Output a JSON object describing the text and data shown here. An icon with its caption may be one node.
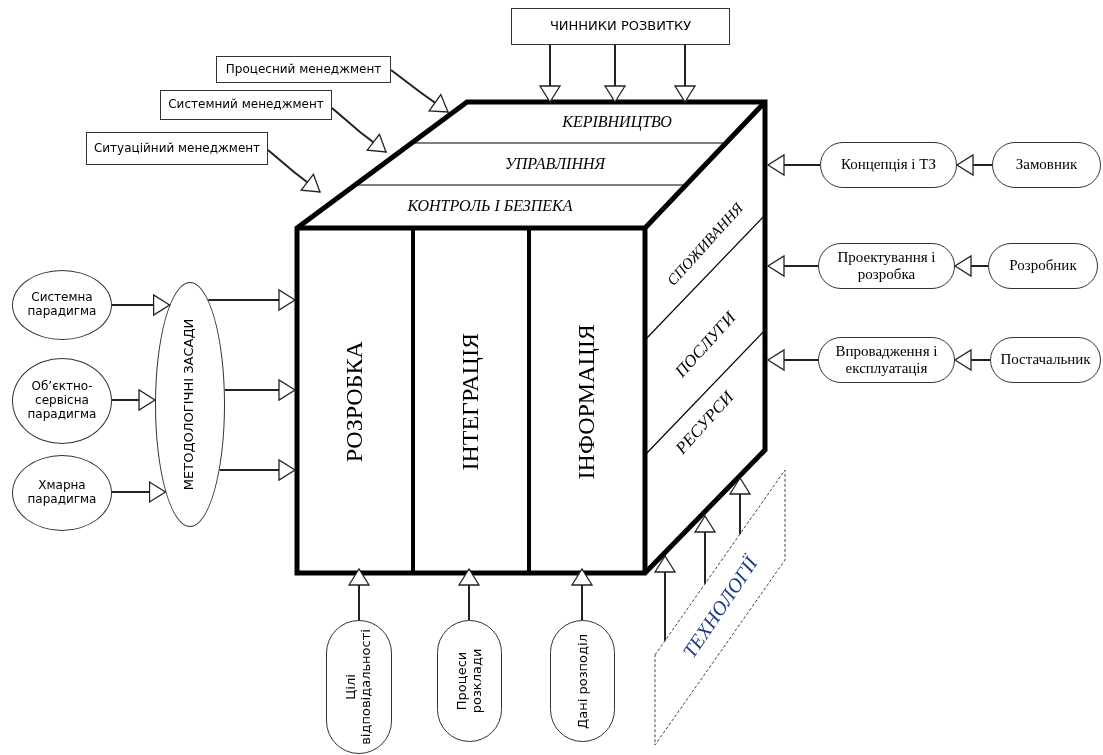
{
  "diagram": {
    "nodes": [
      {
        "text": [
          "ЧИННИКИ РОЗВИТКУ"
        ]
      },
      {
        "text": [
          "Процесний менеджмент"
        ]
      },
      {
        "text": [
          "Системний менеджмент"
        ]
      },
      {
        "text": [
          "Ситуаційний менеджмент"
        ]
      },
      {
        "text": [],
        "shape": "cube"
      },
      {
        "text": [
          "КЕРІВНИЦТВО"
        ],
        "in": 4
      },
      {
        "text": [
          "УПРАВЛІННЯ"
        ],
        "in": 4
      },
      {
        "text": [
          "КОНТРОЛЬ І БЕЗПЕКА"
        ],
        "in": 4
      },
      {
        "text": [
          "РОЗРОБКА"
        ],
        "in": 4
      },
      {
        "text": [
          "ІНТЕГРАЦІЯ"
        ],
        "in": 4
      },
      {
        "text": [
          "ІНФОРМАЦІЯ"
        ],
        "in": 4
      },
      {
        "text": [
          "СПОЖИВАННЯ"
        ],
        "in": 4
      },
      {
        "text": [
          "ПОСЛУГИ"
        ],
        "in": 4
      },
      {
        "text": [
          "РЕСУРСИ"
        ],
        "in": 4
      },
      {
        "text": [
          "Концепція і ТЗ"
        ]
      },
      {
        "text": [
          "Замовник"
        ]
      },
      {
        "text": [
          "Проектування і розробка"
        ]
      },
      {
        "text": [
          "Розробник"
        ]
      },
      {
        "text": [
          "Впровадження і експлуатація"
        ]
      },
      {
        "text": [
          "Постачальник"
        ]
      },
      {
        "text": [
          "Системна парадигма"
        ]
      },
      {
        "text": [
          "Об’єктно-сервісна парадигма"
        ]
      },
      {
        "text": [
          "Хмарна парадигма"
        ]
      },
      {
        "text": [
          "МЕТОДОЛОГІЧНІ ЗАСАДИ"
        ]
      },
      {
        "text": [
          "Цілі відповідальності"
        ]
      },
      {
        "text": [
          "Процеси розклади"
        ]
      },
      {
        "text": [
          "Дані розподіл"
        ]
      },
      {
        "text": [
          "ТЕХНОЛОГІЇ"
        ]
      }
    ],
    "edges": [
      {
        "from": 0,
        "to": 4,
        "arrow": "to"
      },
      {
        "from": 0,
        "to": 4,
        "arrow": "to"
      },
      {
        "from": 0,
        "to": 4,
        "arrow": "to"
      },
      {
        "from": 1,
        "to": 4,
        "arrow": "to"
      },
      {
        "from": 2,
        "to": 4,
        "arrow": "to"
      },
      {
        "from": 3,
        "to": 4,
        "arrow": "to"
      },
      {
        "from": 20,
        "to": 23,
        "arrow": "to"
      },
      {
        "from": 21,
        "to": 23,
        "arrow": "to"
      },
      {
        "from": 22,
        "to": 23,
        "arrow": "to"
      },
      {
        "from": 23,
        "to": 4,
        "arrow": "to"
      },
      {
        "from": 23,
        "to": 4,
        "arrow": "to"
      },
      {
        "from": 23,
        "to": 4,
        "arrow": "to"
      },
      {
        "from": 15,
        "to": 14,
        "arrow": "to"
      },
      {
        "from": 14,
        "to": 4,
        "arrow": "to"
      },
      {
        "from": 17,
        "to": 16,
        "arrow": "to"
      },
      {
        "from": 16,
        "to": 4,
        "arrow": "to"
      },
      {
        "from": 19,
        "to": 18,
        "arrow": "to"
      },
      {
        "from": 18,
        "to": 4,
        "arrow": "to"
      },
      {
        "from": 24,
        "to": 8,
        "arrow": "to"
      },
      {
        "from": 25,
        "to": 9,
        "arrow": "to"
      },
      {
        "from": 26,
        "to": 10,
        "arrow": "to"
      },
      {
        "from": 27,
        "to": 4,
        "arrow": "to"
      },
      {
        "from": 27,
        "to": 4,
        "arrow": "to"
      },
      {
        "from": 27,
        "to": 4,
        "arrow": "to"
      }
    ]
  }
}
